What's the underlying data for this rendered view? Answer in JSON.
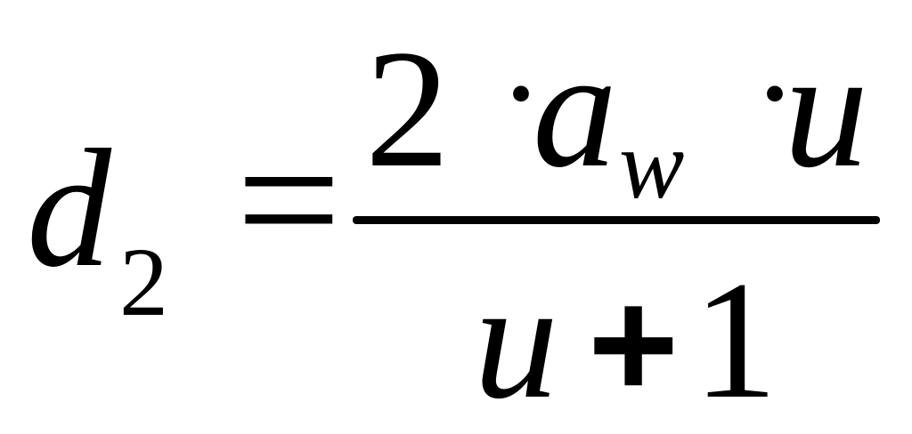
{
  "formula": {
    "lhs": {
      "variable": "d",
      "subscript": "2"
    },
    "equals": "=",
    "numerator": {
      "coefficient": "2",
      "dot1": "·",
      "variable_a": "a",
      "subscript_w": "w",
      "dot2": "·",
      "variable_u": "u"
    },
    "denominator": {
      "variable_u": "u",
      "plus": "+",
      "constant": "1"
    }
  }
}
